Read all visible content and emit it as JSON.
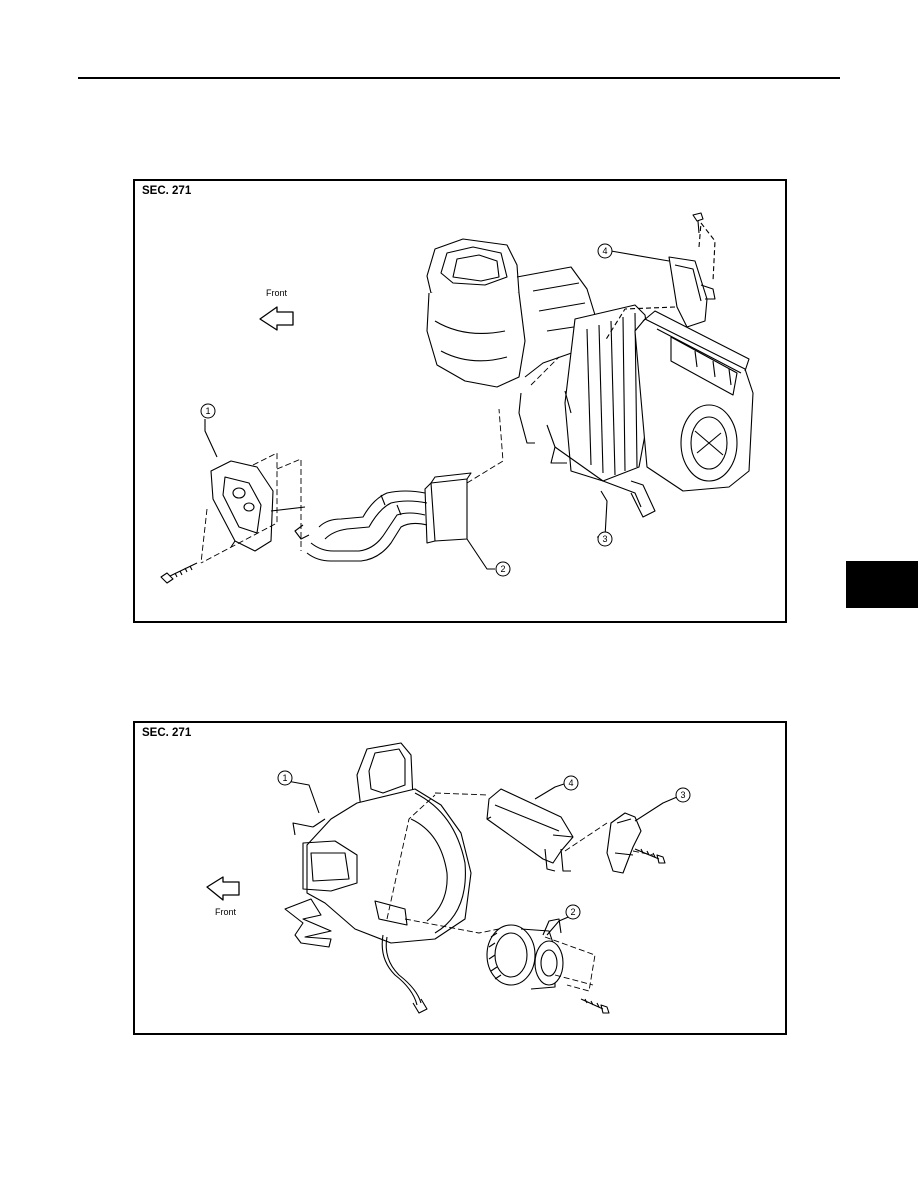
{
  "figures": [
    {
      "section": "SEC. 271",
      "direction_label": "Front",
      "callouts": [
        "1",
        "2",
        "3",
        "4"
      ]
    },
    {
      "section": "SEC. 271",
      "direction_label": "Front",
      "callouts": [
        "1",
        "2",
        "3",
        "4"
      ]
    }
  ]
}
